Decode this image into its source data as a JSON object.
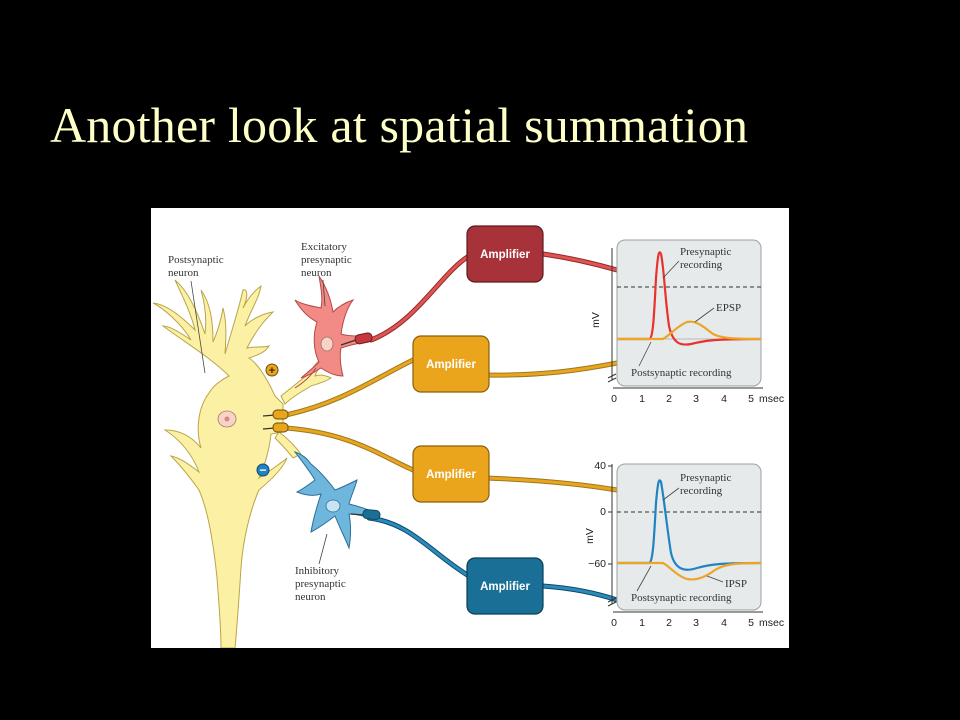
{
  "title": "Another look at spatial summation",
  "figure": {
    "labels": {
      "postsynaptic": [
        "Postsynaptic",
        "neuron"
      ],
      "excitatory": [
        "Excitatory",
        "presynaptic",
        "neuron"
      ],
      "inhibitory": [
        "Inhibitory",
        "presynaptic",
        "neuron"
      ],
      "plus_sign": "+",
      "minus_sign": "−"
    },
    "amplifier_label": "Amplifier",
    "colors": {
      "postsynaptic_neuron": "#fbf0a3",
      "excitatory_neuron": "#f28b85",
      "inhibitory_neuron": "#6fb6dc",
      "amp_red": "#a8323a",
      "amp_yellow": "#eaa51d",
      "amp_blue": "#1a6f96",
      "trace_red": "#e8332d",
      "trace_orange": "#eda528",
      "trace_blue": "#2084c3",
      "panel_bg": "#e6eaea"
    },
    "top_panel": {
      "ylabel": "mV",
      "presynaptic_label": [
        "Presynaptic",
        "recording"
      ],
      "epsp_label": "EPSP",
      "postsynaptic_label": "Postsynaptic recording",
      "x_ticks": [
        "0",
        "1",
        "2",
        "3",
        "4",
        "5"
      ],
      "x_unit": "msec"
    },
    "bottom_panel": {
      "ylabel": "mV",
      "y_ticks": [
        "40",
        "0",
        "−60"
      ],
      "presynaptic_label": [
        "Presynaptic",
        "recording"
      ],
      "ipsp_label": "IPSP",
      "postsynaptic_label": "Postsynaptic recording",
      "x_ticks": [
        "0",
        "1",
        "2",
        "3",
        "4",
        "5"
      ],
      "x_unit": "msec"
    }
  }
}
